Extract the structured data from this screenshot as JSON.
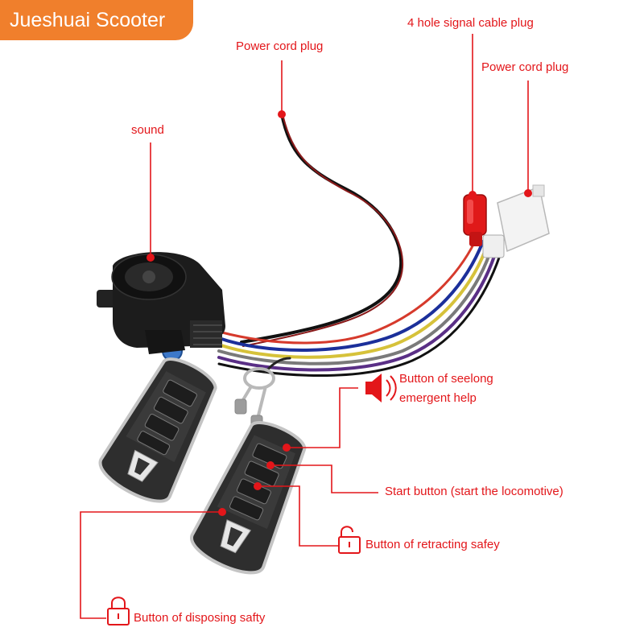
{
  "brand": {
    "name": "Jueshuai Scooter"
  },
  "labels": {
    "four_hole": "4 hole signal cable plug",
    "power_cord_left": "Power cord plug",
    "power_cord_right": "Power cord plug",
    "sound": "sound",
    "seelong_line1": "Button of seelong",
    "seelong_line2": "emergent help",
    "start": "Start button (start the locomotive)",
    "retracting": "Button of retracting safey",
    "disposing": "Button of disposing safty"
  },
  "icons": [
    "speaker-icon",
    "unlock-icon",
    "lock-icon"
  ],
  "colors": {
    "accent": "#e3161a",
    "brand": "#f07f2c"
  }
}
